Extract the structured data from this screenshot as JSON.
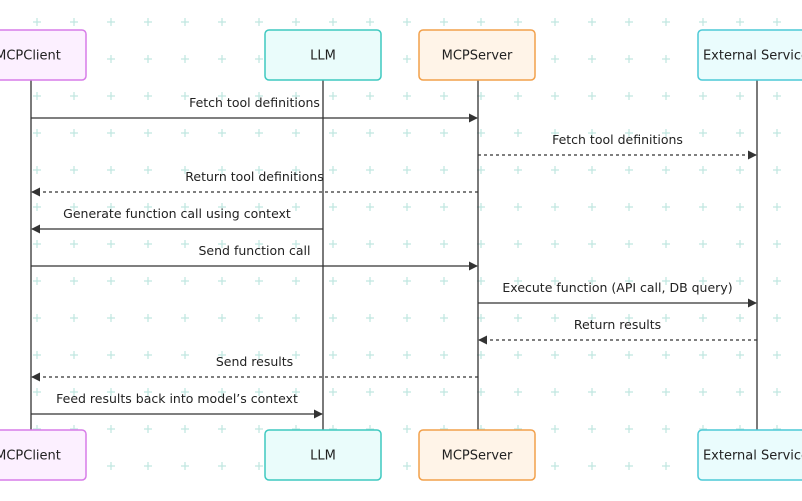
{
  "colors": {
    "client_fill": "#fcf0ff",
    "client_stroke": "#d77ce8",
    "llm_fill": "#eafcfb",
    "llm_stroke": "#3ec9c0",
    "server_fill": "#fff4e8",
    "server_stroke": "#f2a04a",
    "external_fill": "#eafcfd",
    "external_stroke": "#4cc9d6",
    "grid_plus": "#bfe6e0",
    "line": "#333333"
  },
  "actors": [
    {
      "id": "client",
      "label": "MCPClient",
      "color": "client"
    },
    {
      "id": "llm",
      "label": "LLM",
      "color": "llm"
    },
    {
      "id": "server",
      "label": "MCPServer",
      "color": "server"
    },
    {
      "id": "external",
      "label": "External Service",
      "color": "external"
    }
  ],
  "messages": [
    {
      "from": "client",
      "to": "server",
      "label": "Fetch tool definitions",
      "dashed": false
    },
    {
      "from": "server",
      "to": "external",
      "label": "Fetch tool definitions",
      "dashed": true
    },
    {
      "from": "server",
      "to": "client",
      "label": "Return tool definitions",
      "dashed": true
    },
    {
      "from": "llm",
      "to": "client",
      "label": "Generate function call using context",
      "dashed": false
    },
    {
      "from": "client",
      "to": "server",
      "label": "Send function call",
      "dashed": false
    },
    {
      "from": "server",
      "to": "external",
      "label": "Execute function (API call, DB query)",
      "dashed": false
    },
    {
      "from": "external",
      "to": "server",
      "label": "Return results",
      "dashed": true
    },
    {
      "from": "server",
      "to": "client",
      "label": "Send results",
      "dashed": true
    },
    {
      "from": "client",
      "to": "llm",
      "label": "Feed results back into model’s context",
      "dashed": false
    }
  ]
}
